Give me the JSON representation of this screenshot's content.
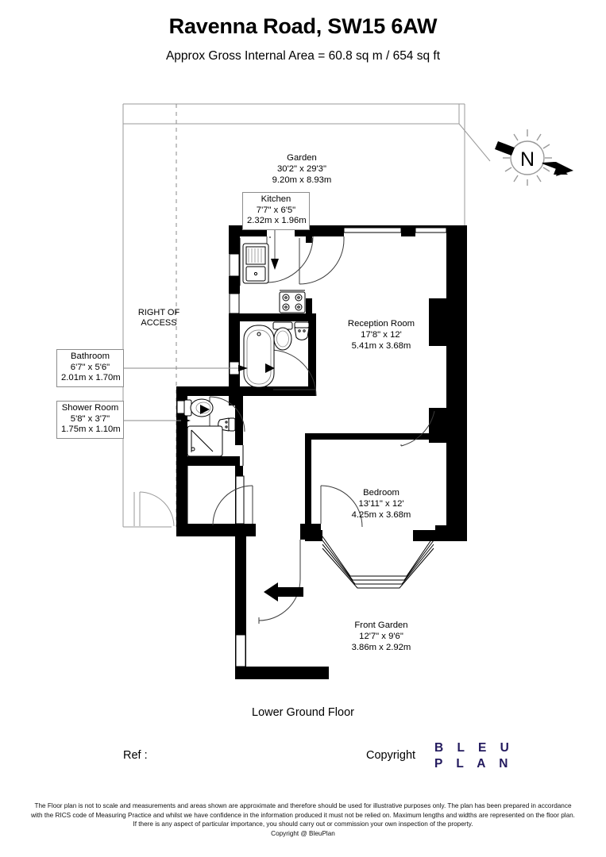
{
  "header": {
    "title": "Ravenna Road, SW15 6AW",
    "subtitle": "Approx Gross Internal Area = 60.8 sq m / 654 sq ft"
  },
  "compass": {
    "letter": "N",
    "name": "north-compass"
  },
  "plan": {
    "right_of_access": {
      "line1": "RIGHT OF",
      "line2": "ACCESS"
    },
    "rooms": [
      {
        "key": "garden",
        "name": "Garden",
        "imperial": "30'2\" x 29'3\"",
        "metric": "9.20m x 8.93m",
        "boxed": false
      },
      {
        "key": "kitchen",
        "name": "Kitchen",
        "imperial": "7'7\" x 6'5\"",
        "metric": "2.32m x 1.96m",
        "boxed": true
      },
      {
        "key": "reception_room",
        "name": "Reception Room",
        "imperial": "17'8\" x 12'",
        "metric": "5.41m x 3.68m",
        "boxed": false
      },
      {
        "key": "bathroom",
        "name": "Bathroom",
        "imperial": "6'7\" x 5'6\"",
        "metric": "2.01m x 1.70m",
        "boxed": true
      },
      {
        "key": "shower_room",
        "name": "Shower Room",
        "imperial": "5'8\" x 3'7\"",
        "metric": "1.75m x 1.10m",
        "boxed": true
      },
      {
        "key": "bedroom",
        "name": "Bedroom",
        "imperial": "13'11\" x 12'",
        "metric": "4.25m x 3.68m",
        "boxed": false
      },
      {
        "key": "front_garden",
        "name": "Front Garden",
        "imperial": "12'7\" x 9'6\"",
        "metric": "3.86m x 2.92m",
        "boxed": false
      }
    ]
  },
  "footer": {
    "floor_name": "Lower Ground Floor",
    "ref_label": "Ref  :",
    "copyright_label": "Copyright",
    "logo_line1": "B L E U",
    "logo_line2": "P L A N",
    "logo_color": "#231a5e",
    "disclaimer_line1": "The Floor plan is not to scale and measurements and areas shown are approximate and therefore should be used for illustrative purposes only. The plan has been prepared in accordance",
    "disclaimer_line2": "with the RICS code of Measuring Practice and whilst we have confidence in the information produced it must not be relied on. Maximum lengths and widths are represented on the floor plan.",
    "disclaimer_line3": "If there is any aspect of particular importance, you should carry out or commission your own inspection of the property.",
    "disclaimer_line4": "Copyright @ BleuPlan"
  }
}
